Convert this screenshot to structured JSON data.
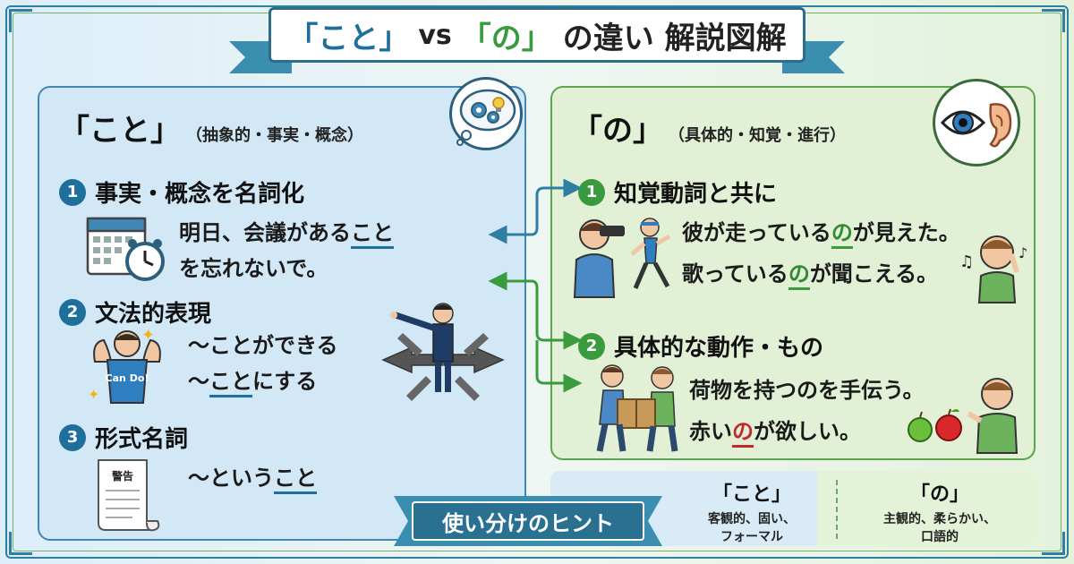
{
  "title": {
    "koto": "「こと」",
    "vs": "vs",
    "no": "「の」",
    "rest": "の違い 解説図解"
  },
  "left_panel": {
    "heading": "「こと」",
    "subheading": "（抽象的・事実・概念）",
    "items": [
      {
        "number": "1",
        "title": "事実・概念を名詞化",
        "example_line1_pre": "明日、会議がある",
        "example_line1_hl": "こと",
        "example_line2": "を忘れないで。"
      },
      {
        "number": "2",
        "title": "文法的表現",
        "example_line1_pre": "〜",
        "example_line1_hl": "こと",
        "example_line1_post": "ができる",
        "example_line2_pre": "〜",
        "example_line2_hl": "こと",
        "example_line2_post": "にする",
        "badge_text": "Can Do!"
      },
      {
        "number": "3",
        "title": "形式名詞",
        "example_pre": "〜という",
        "example_hl": "こと",
        "scroll_label": "警告"
      }
    ]
  },
  "right_panel": {
    "heading": "「の」",
    "subheading": "（具体的・知覚・進行）",
    "items": [
      {
        "number": "1",
        "title": "知覚動詞と共に",
        "ex1_pre": "彼が走っている",
        "ex1_hl": "の",
        "ex1_post": "が見えた。",
        "ex2_pre": "歌っている",
        "ex2_hl": "の",
        "ex2_post": "が聞こえる。"
      },
      {
        "number": "2",
        "title": "具体的な動作・もの",
        "ex1": "荷物を持つのを手伝う。",
        "ex2_pre": "赤い",
        "ex2_hl": "の",
        "ex2_post": "が欲しい。"
      }
    ]
  },
  "hint": {
    "banner": "使い分けのヒント",
    "koto_label": "「こと」",
    "koto_desc": "客観的、固い、\nフォーマル",
    "no_label": "「の」",
    "no_desc": "主観的、柔らかい、\n口語的"
  },
  "colors": {
    "koto_blue": "#1f6f9c",
    "no_green": "#3a9a3e",
    "accent_red": "#c4272c"
  }
}
